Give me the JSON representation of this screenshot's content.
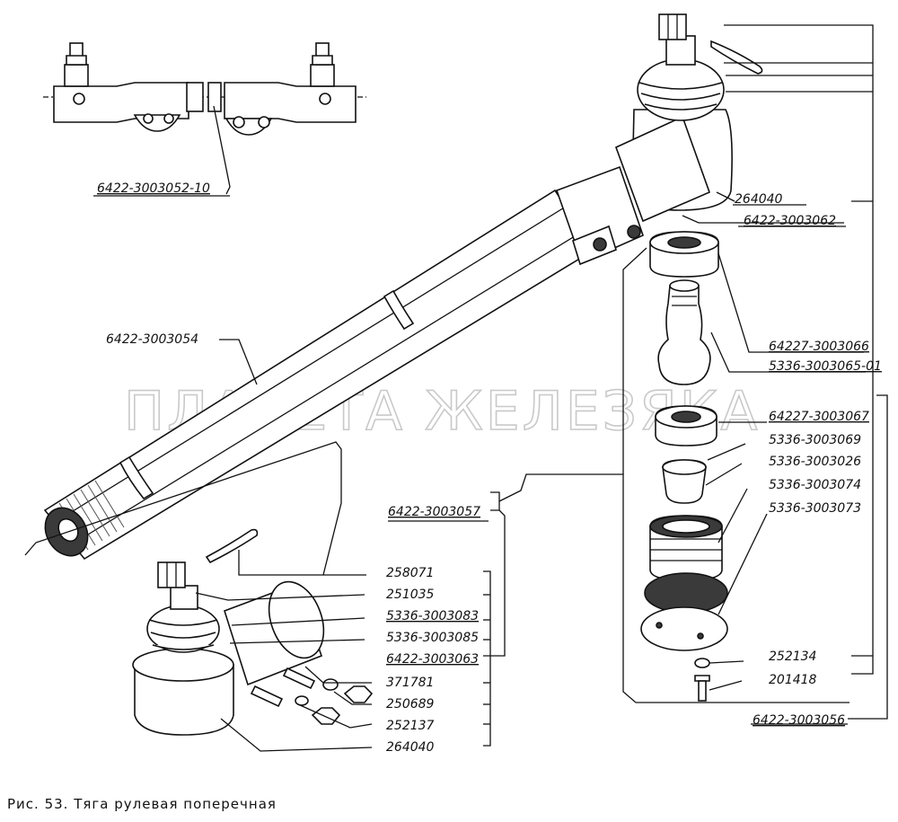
{
  "caption": "Рис. 53. Тяга рулевая поперечная",
  "watermark": "ПЛАНЕТА ЖЕЛЕЗЯКА",
  "labels": {
    "inset_part": "6422-3003052-10",
    "rod": "6422-3003054",
    "tip_body_top": "264040",
    "tip_assembly_top": "6422-3003062",
    "liner_top": "64227-3003066",
    "ball_pin_top": "5336-3003065-01",
    "liner_lower": "64227-3003067",
    "ring_3069": "5336-3003069",
    "spring_seat_3026": "5336-3003026",
    "spring_3074": "5336-3003074",
    "cover_3073": "5336-3003073",
    "tip_assembly_main": "6422-3003057",
    "washer_252134": "252134",
    "bolt_201418": "201418",
    "tip_assembly_right": "6422-3003056",
    "cotter_pin": "258071",
    "nut_251035": "251035",
    "boot_3083": "5336-3003083",
    "boot_ring_3085": "5336-3003085",
    "tip_left": "6422-3003063",
    "bolt_371781": "371781",
    "nut_250689": "250689",
    "washer_252137": "252137",
    "tip_body_left": "264040"
  }
}
